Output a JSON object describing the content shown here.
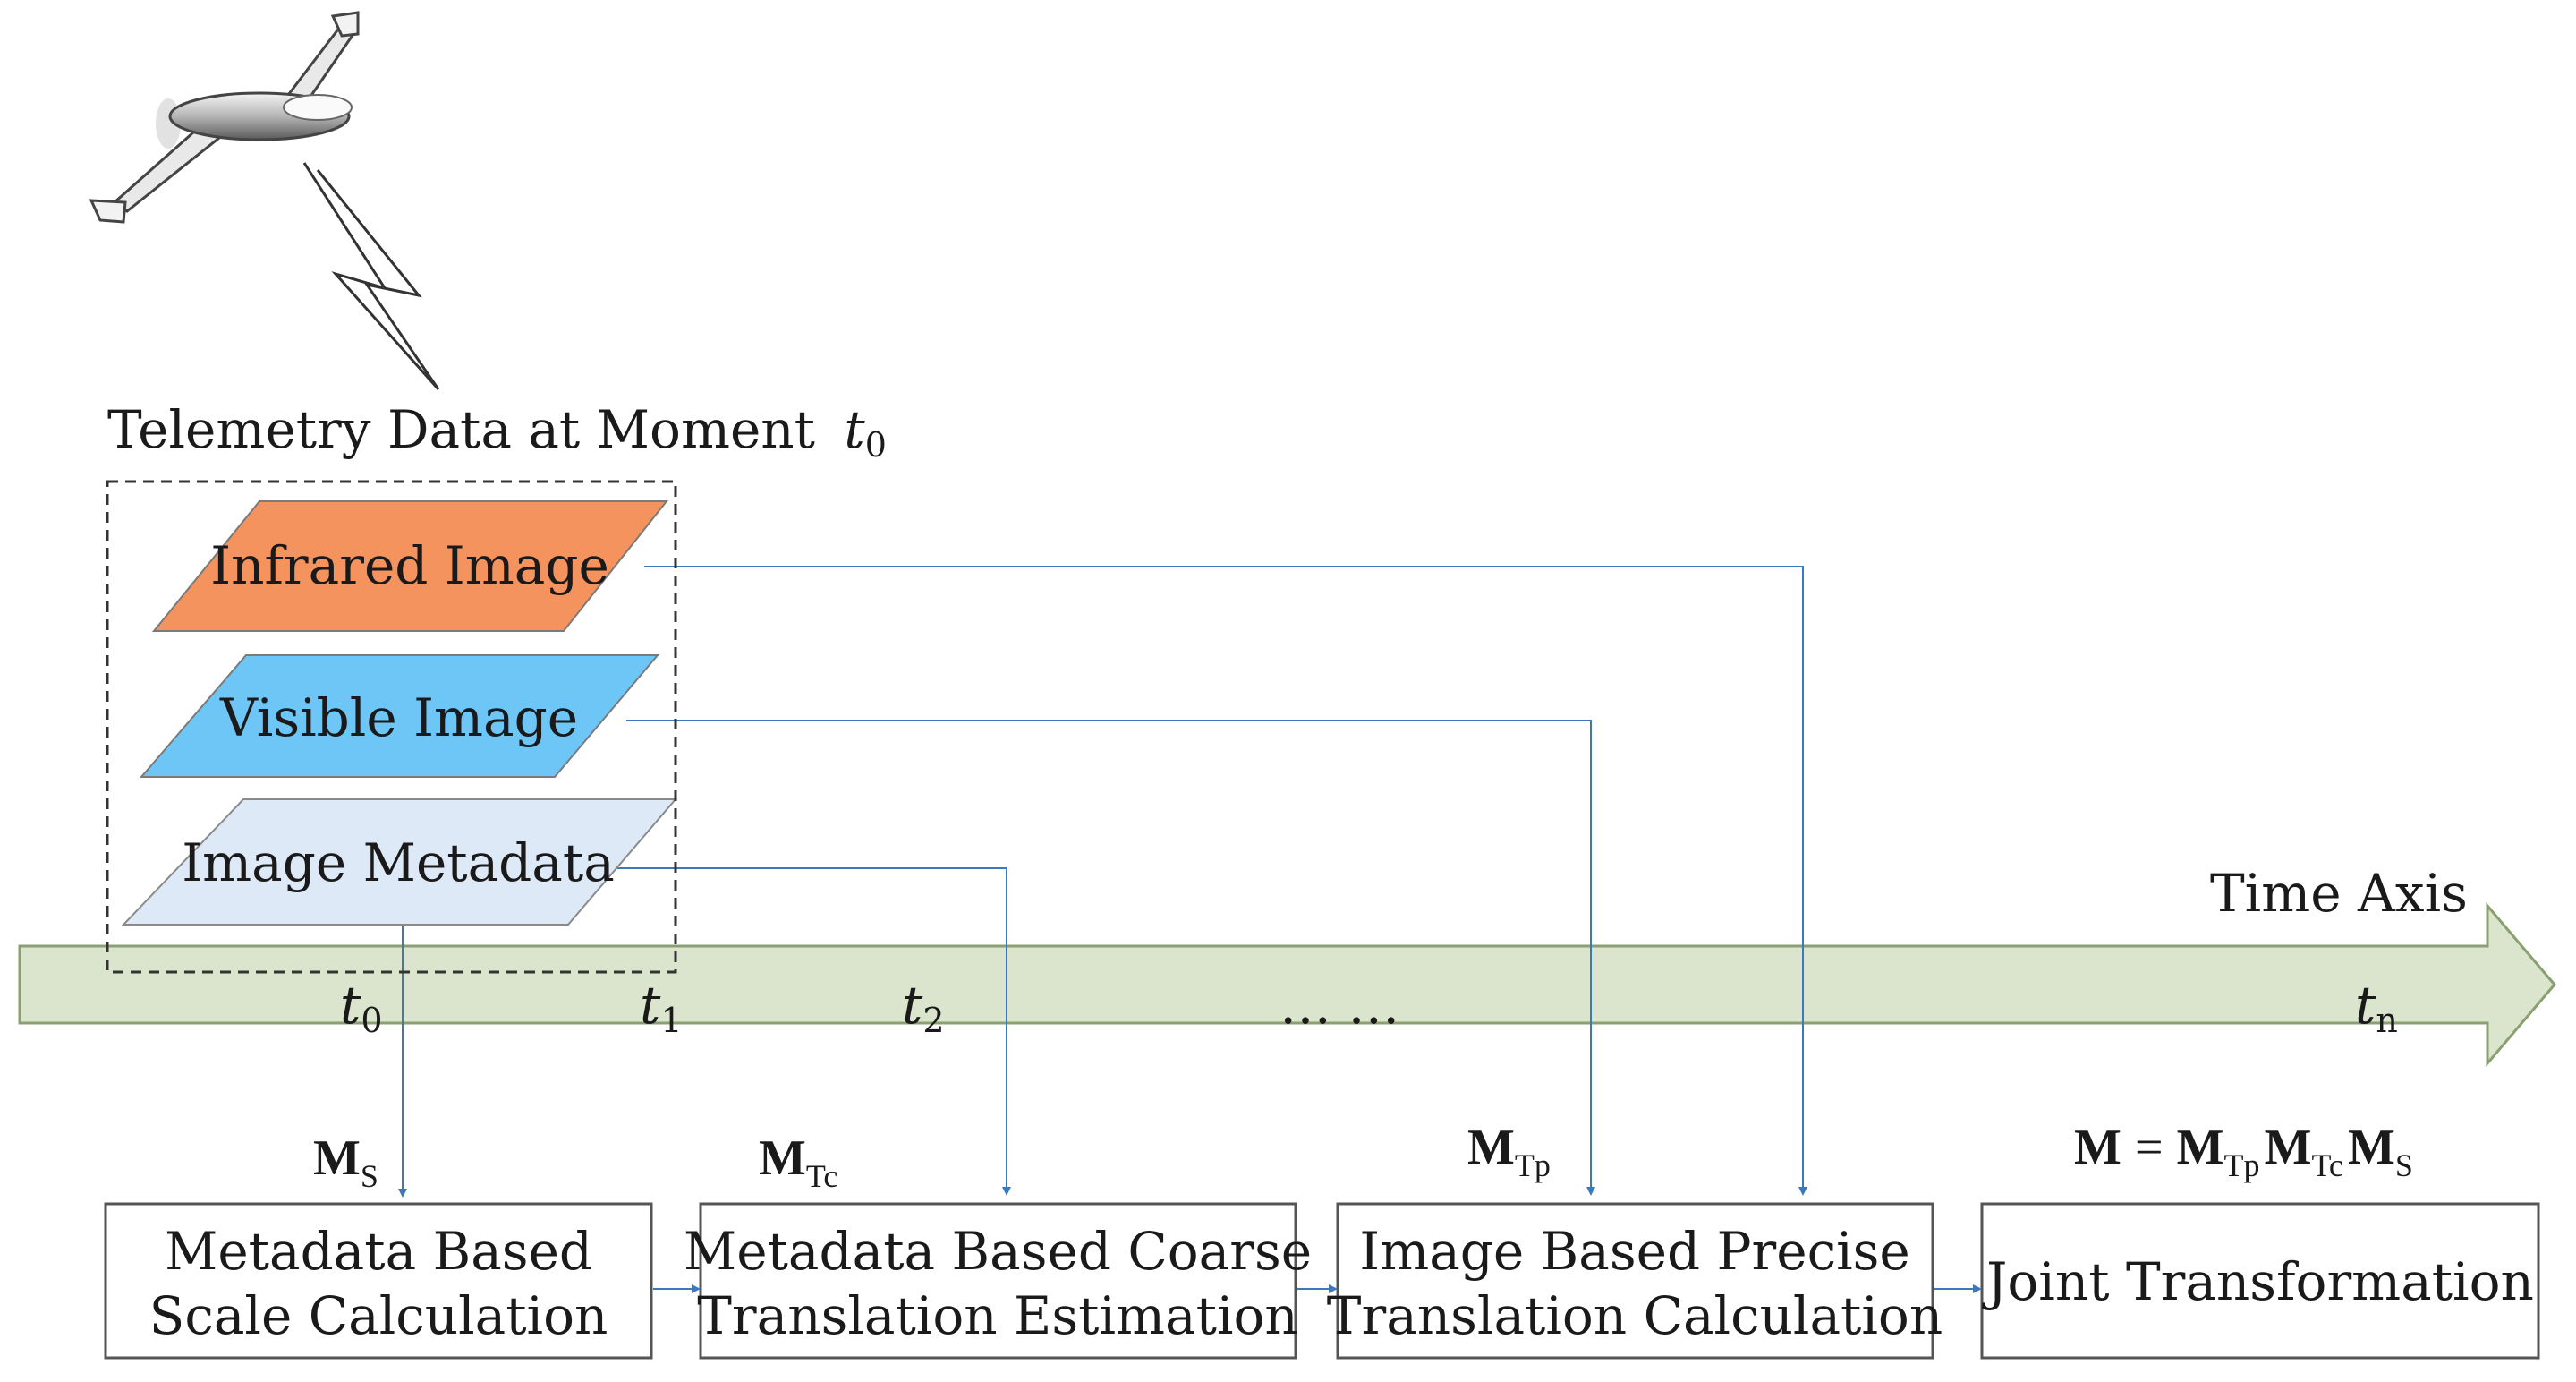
{
  "telemetry_title": "Telemetry Data at Moment",
  "telemetry_t": "t",
  "telemetry_t_sub": "0",
  "layers": {
    "infrared": {
      "label": "Infrared Image",
      "color": "#f5935f"
    },
    "visible": {
      "label": "Visible Image",
      "color": "#6ec6f7"
    },
    "metadata": {
      "label": "Image Metadata",
      "color": "#dde9f6"
    }
  },
  "time_axis": {
    "label": "Time Axis",
    "color": "#dbe4cc",
    "ticks": [
      {
        "t": "t",
        "sub": "0"
      },
      {
        "t": "t",
        "sub": "1"
      },
      {
        "t": "t",
        "sub": "2"
      },
      {
        "t": "t",
        "sub": "n"
      }
    ],
    "ellipsis": "… …"
  },
  "matrices": {
    "ms": {
      "base": "M",
      "sub": "S"
    },
    "mtc": {
      "base": "M",
      "sub": "Tc"
    },
    "mtp": {
      "base": "M",
      "sub": "Tp"
    },
    "m_joint": {
      "lhs": "M",
      "eq": "=",
      "t1": "M",
      "s1": "Tp",
      "t2": "M",
      "s2": "Tc",
      "t3": "M",
      "s3": "S"
    }
  },
  "steps": {
    "scale": {
      "line1": "Metadata Based",
      "line2": "Scale Calculation"
    },
    "coarse": {
      "line1": "Metadata Based Coarse",
      "line2": "Translation Estimation"
    },
    "precise": {
      "line1": "Image Based Precise",
      "line2": "Translation Calculation"
    },
    "joint": {
      "line1": "Joint Transformation"
    }
  },
  "connector_color": "#3a78c0"
}
